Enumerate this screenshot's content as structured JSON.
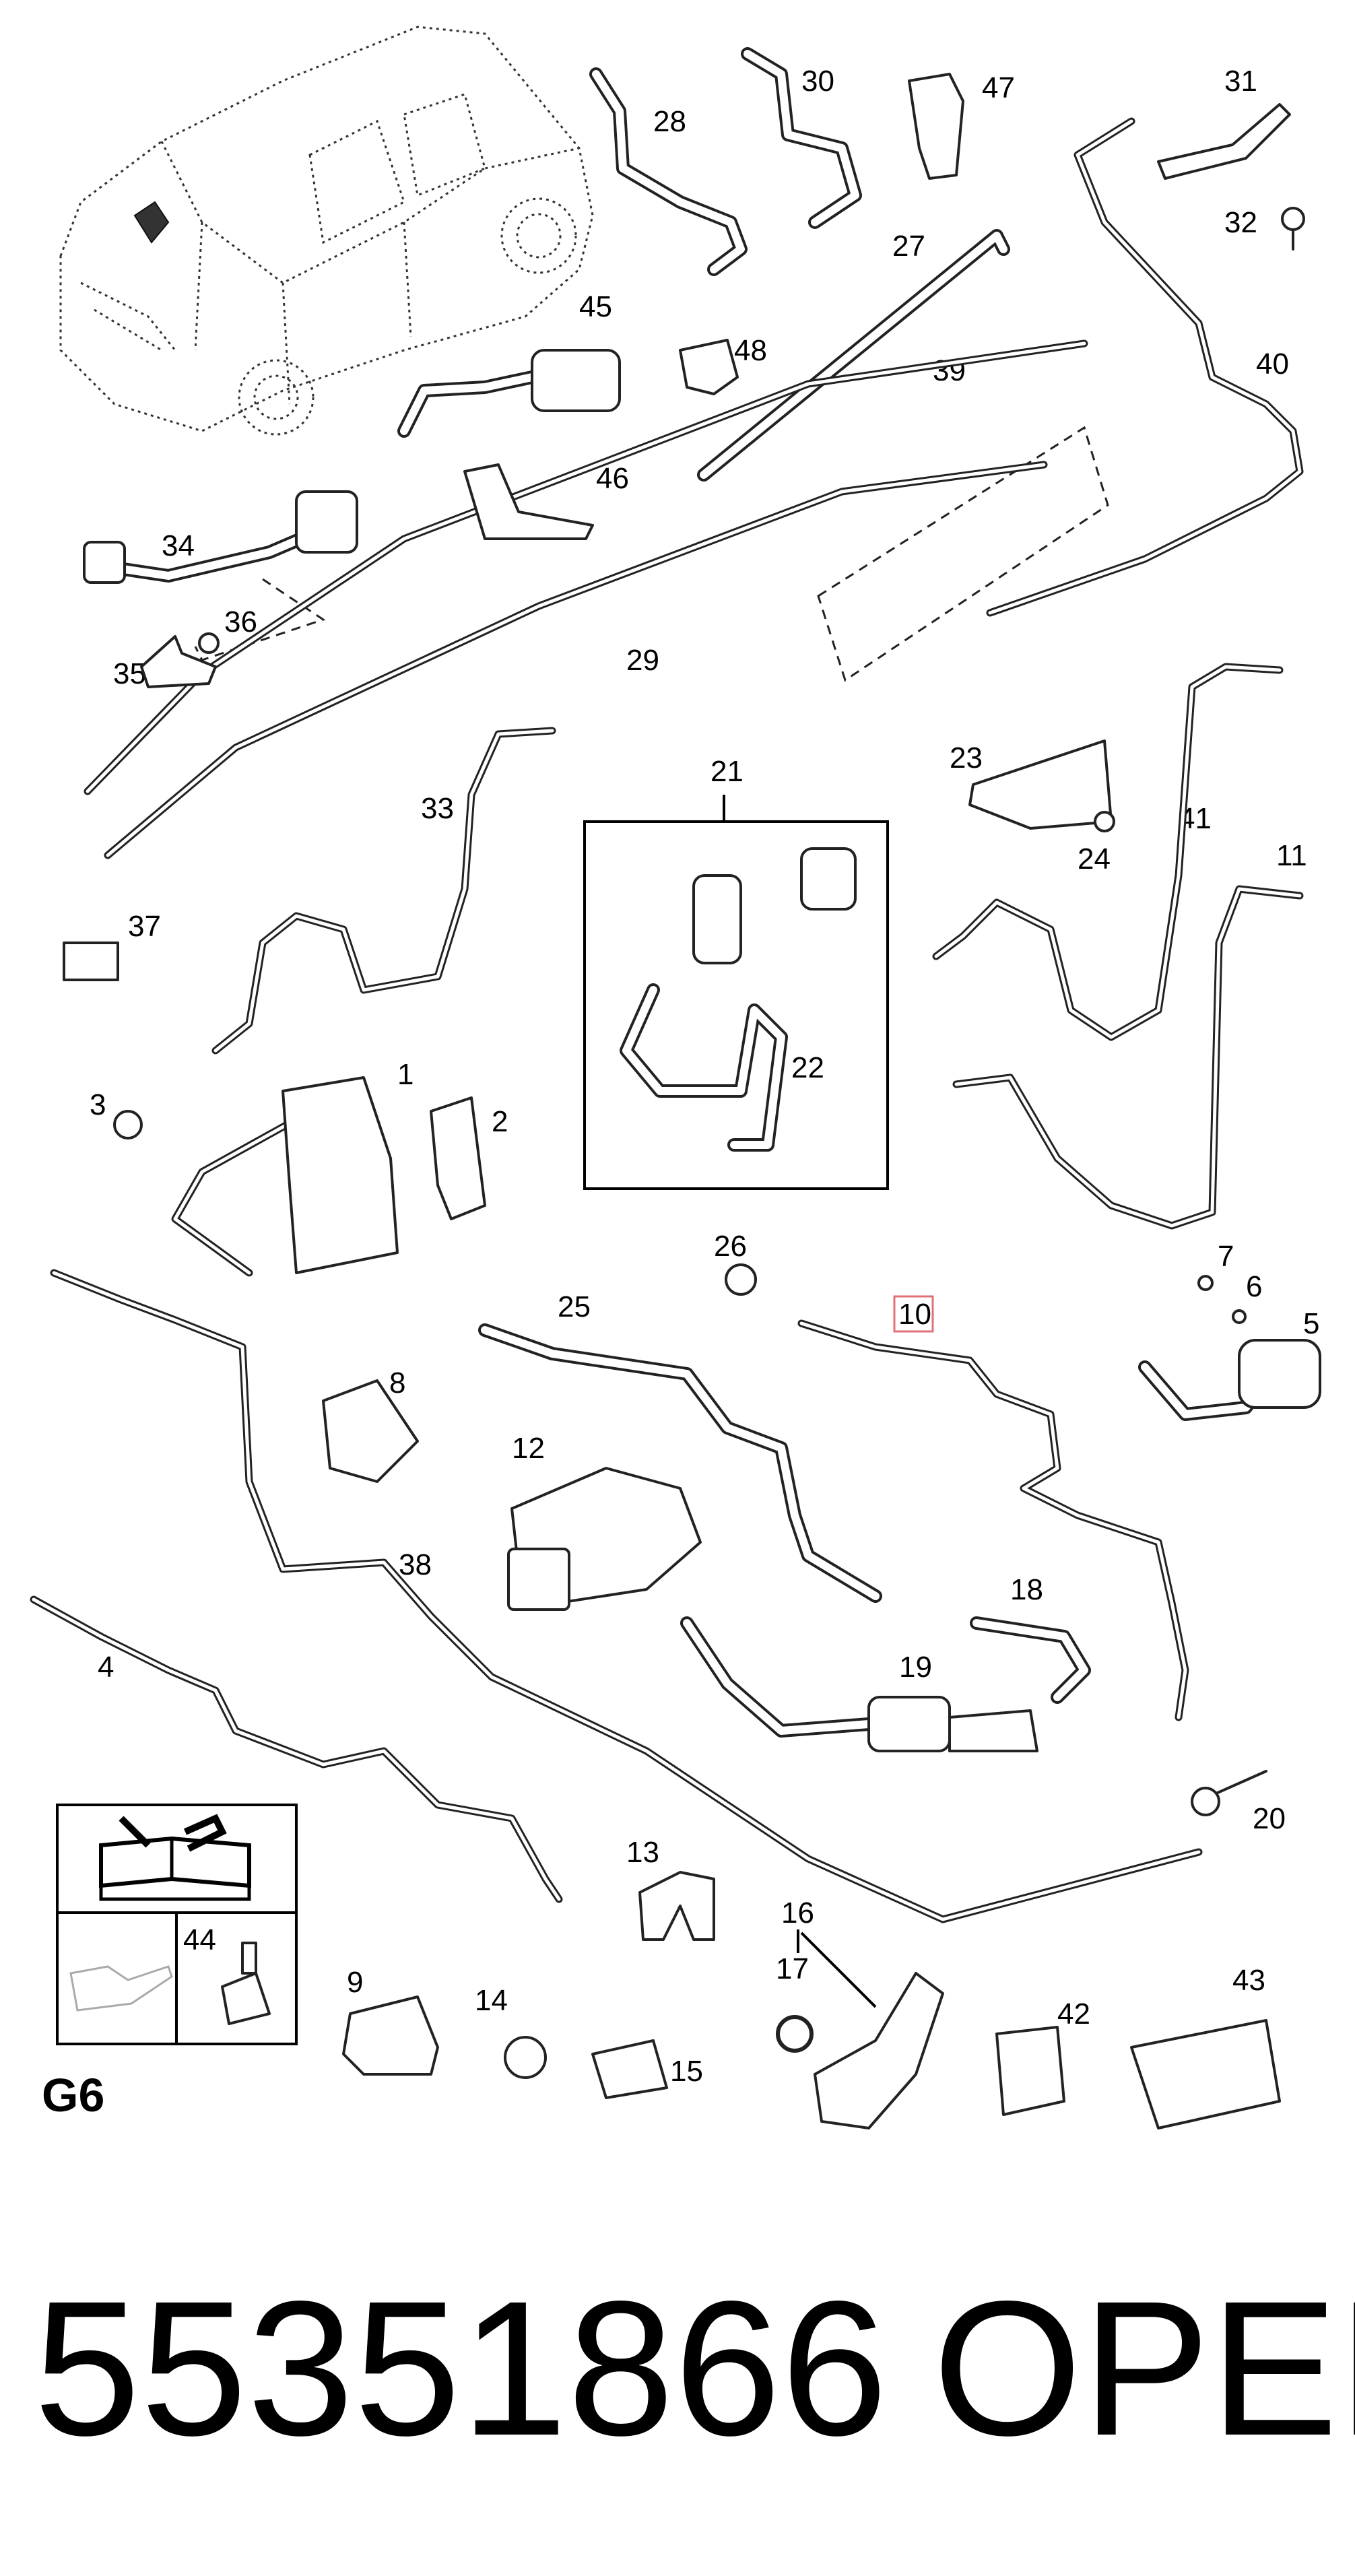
{
  "callouts": [
    {
      "id": "c1",
      "text": "1"
    },
    {
      "id": "c2",
      "text": "2"
    },
    {
      "id": "c3",
      "text": "3"
    },
    {
      "id": "c4",
      "text": "4"
    },
    {
      "id": "c5",
      "text": "5"
    },
    {
      "id": "c6",
      "text": "6"
    },
    {
      "id": "c7",
      "text": "7"
    },
    {
      "id": "c8",
      "text": "8"
    },
    {
      "id": "c9",
      "text": "9"
    },
    {
      "id": "c10",
      "text": "10"
    },
    {
      "id": "c11",
      "text": "11"
    },
    {
      "id": "c12",
      "text": "12"
    },
    {
      "id": "c13",
      "text": "13"
    },
    {
      "id": "c14",
      "text": "14"
    },
    {
      "id": "c15",
      "text": "15"
    },
    {
      "id": "c16",
      "text": "16"
    },
    {
      "id": "c17",
      "text": "17"
    },
    {
      "id": "c18",
      "text": "18"
    },
    {
      "id": "c19",
      "text": "19"
    },
    {
      "id": "c20",
      "text": "20"
    },
    {
      "id": "c21",
      "text": "21"
    },
    {
      "id": "c22",
      "text": "22"
    },
    {
      "id": "c23",
      "text": "23"
    },
    {
      "id": "c24",
      "text": "24"
    },
    {
      "id": "c25",
      "text": "25"
    },
    {
      "id": "c26",
      "text": "26"
    },
    {
      "id": "c27",
      "text": "27"
    },
    {
      "id": "c28",
      "text": "28"
    },
    {
      "id": "c29",
      "text": "29"
    },
    {
      "id": "c30",
      "text": "30"
    },
    {
      "id": "c31",
      "text": "31"
    },
    {
      "id": "c32",
      "text": "32"
    },
    {
      "id": "c33",
      "text": "33"
    },
    {
      "id": "c34",
      "text": "34"
    },
    {
      "id": "c35",
      "text": "35"
    },
    {
      "id": "c36",
      "text": "36"
    },
    {
      "id": "c37",
      "text": "37"
    },
    {
      "id": "c38",
      "text": "38"
    },
    {
      "id": "c39",
      "text": "39"
    },
    {
      "id": "c40",
      "text": "40"
    },
    {
      "id": "c41",
      "text": "41"
    },
    {
      "id": "c42",
      "text": "42"
    },
    {
      "id": "c43",
      "text": "43"
    },
    {
      "id": "c44",
      "text": "44"
    },
    {
      "id": "c45",
      "text": "45"
    },
    {
      "id": "c46",
      "text": "46"
    },
    {
      "id": "c47",
      "text": "47"
    },
    {
      "id": "c48",
      "text": "48"
    }
  ],
  "highlighted_callout": "10",
  "highlight_color": "#e0707a",
  "section_code": "G6",
  "part_number": "55351866",
  "brand": "OPEL"
}
